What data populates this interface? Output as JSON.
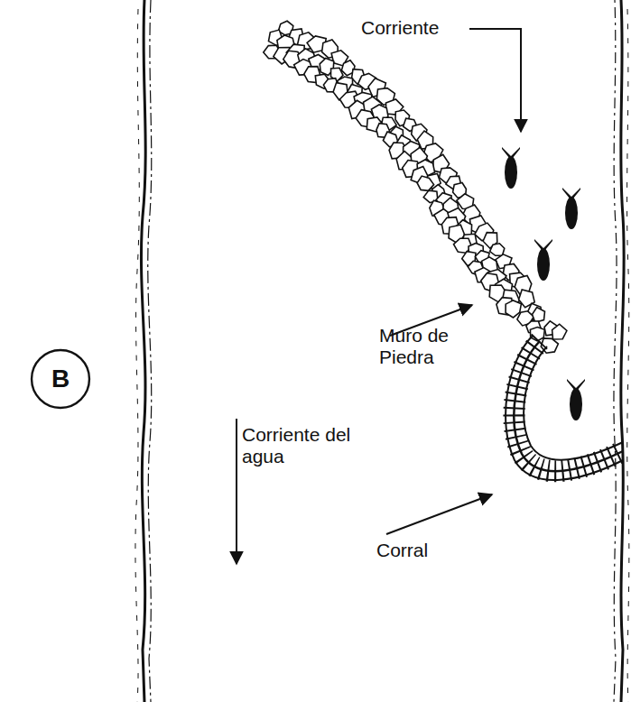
{
  "diagram": {
    "nodes": [
      {
        "text": [
          "B"
        ]
      }
    ],
    "labels": [
      "Corriente",
      "Muro de Piedra",
      "Corriente del agua",
      "Corral"
    ]
  }
}
